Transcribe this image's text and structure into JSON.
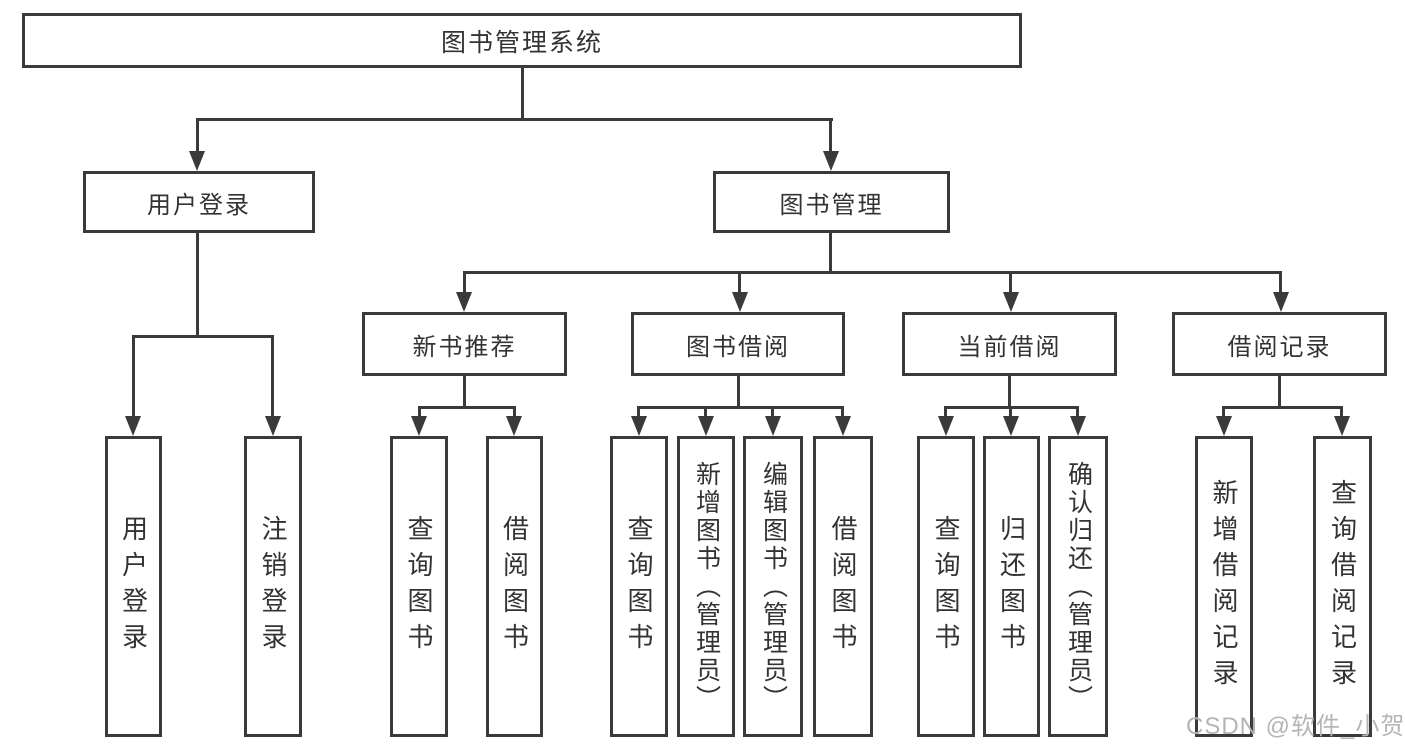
{
  "colors": {
    "line": "#3a3a3a",
    "background": "#ffffff",
    "text": "#333333",
    "watermark": "#b5b5b5"
  },
  "tree": {
    "root": {
      "label": "图书管理系统"
    },
    "branches": [
      {
        "label": "用户登录",
        "children": [
          "用户登录",
          "注销登录"
        ]
      },
      {
        "label": "图书管理",
        "sections": [
          {
            "label": "新书推荐",
            "children": [
              "查询图书",
              "借阅图书"
            ]
          },
          {
            "label": "图书借阅",
            "children": [
              "查询图书",
              "新增图书（管理员）",
              "编辑图书（管理员）",
              "借阅图书"
            ]
          },
          {
            "label": "当前借阅",
            "children": [
              "查询图书",
              "归还图书",
              "确认归还（管理员）"
            ]
          },
          {
            "label": "借阅记录",
            "children": [
              "新增借阅记录",
              "查询借阅记录"
            ]
          }
        ]
      }
    ]
  },
  "watermark": "CSDN @软件_小贺同学"
}
